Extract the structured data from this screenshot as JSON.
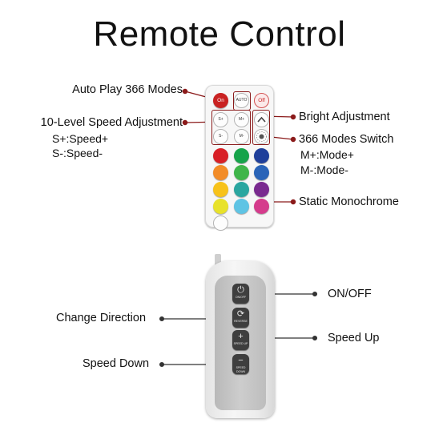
{
  "title": "Remote Control",
  "ir_remote": {
    "labels": {
      "auto_play": "Auto Play 366 Modes",
      "speed_adjust": "10-Level Speed Adjustment",
      "speed_plus": "S+:Speed+",
      "speed_minus": "S-:Speed-",
      "bright_adjust": "Bright Adjustment",
      "modes_switch": "366 Modes Switch",
      "mode_plus": "M+:Mode+",
      "mode_minus": "M-:Mode-",
      "static_mono": "Static Monochrome"
    },
    "buttons": {
      "on": "On",
      "auto": "AUTO",
      "off": "Off",
      "s_plus": "S+",
      "m_plus": "M+",
      "s_minus": "S-",
      "m_minus": "M-"
    },
    "color_buttons": [
      "#d81f26",
      "#16a34a",
      "#1f3f9a",
      "#f28c28",
      "#3fb54a",
      "#2a64b8",
      "#f7c21a",
      "#2aa6a0",
      "#7a2a8f",
      "#e8e22a",
      "#5fc4e4",
      "#d53b8c",
      "#ffffff"
    ]
  },
  "rf_remote": {
    "labels": {
      "on_off": "ON/OFF",
      "change_direction": "Change Direction",
      "speed_up": "Speed Up",
      "speed_down": "Speed Down"
    },
    "buttons": {
      "power_text": "ON/OFF",
      "reverse_text": "REVERSE",
      "speed_up_text": "SPEED UP",
      "speed_down_text": "SPEED DOWN"
    }
  },
  "colors": {
    "callout_line": "#8b1a1a",
    "rf_line": "#333333"
  }
}
